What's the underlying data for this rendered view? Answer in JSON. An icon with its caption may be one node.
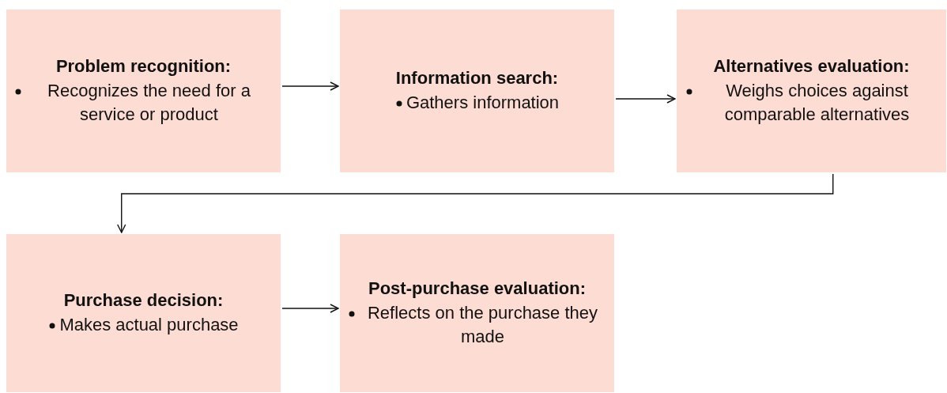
{
  "diagram": {
    "nodes": [
      {
        "text": [
          "Problem recognition:",
          "Recognizes the need for a service or product"
        ]
      },
      {
        "text": [
          "Information search:",
          "Gathers information"
        ]
      },
      {
        "text": [
          "Alternatives evaluation:",
          "Weighs choices against comparable alternatives"
        ]
      },
      {
        "text": [
          "Purchase decision:",
          "Makes actual purchase"
        ]
      },
      {
        "text": [
          "Post-purchase evaluation:",
          "Reflects on the purchase they made"
        ]
      }
    ],
    "edges": [
      {
        "from": 0,
        "to": 1,
        "arrow": "to"
      },
      {
        "from": 1,
        "to": 2,
        "arrow": "to"
      },
      {
        "from": 2,
        "to": 3,
        "arrow": "to"
      },
      {
        "from": 3,
        "to": 4,
        "arrow": "to"
      }
    ]
  }
}
